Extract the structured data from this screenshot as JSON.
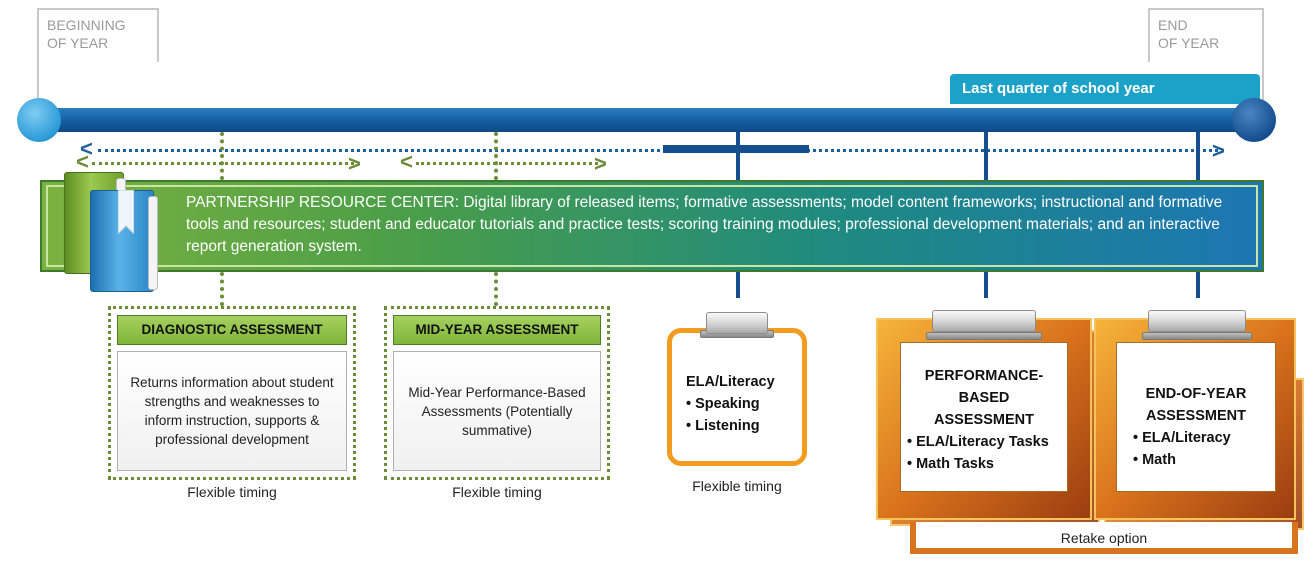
{
  "year_markers": {
    "beginning": [
      "BEGINNING",
      "OF YEAR"
    ],
    "end": [
      "END",
      "OF YEAR"
    ]
  },
  "last_quarter_label": "Last quarter of school year",
  "resource_center_text": "PARTNERSHIP RESOURCE CENTER: Digital library of released items; formative assessments; model content frameworks; instructional and formative tools and resources; student and educator tutorials and practice tests; scoring training modules; professional development materials; and an interactive report generation system.",
  "arrows": {
    "left": "<",
    "right": ">"
  },
  "diagnostic": {
    "title": "DIAGNOSTIC ASSESSMENT",
    "body": "Returns information about student strengths and weaknesses to inform instruction, supports & professional development",
    "caption": "Flexible timing"
  },
  "midyear": {
    "title": "MID-YEAR ASSESSMENT",
    "body": "Mid-Year Performance-Based Assessments (Potentially summative)",
    "caption": "Flexible timing"
  },
  "speaking_listening": {
    "heading": "ELA/Literacy",
    "items": [
      "• Speaking",
      "• Listening"
    ],
    "caption": "Flexible timing"
  },
  "performance_based": {
    "title_lines": [
      "PERFORMANCE-",
      "BASED",
      "ASSESSMENT"
    ],
    "items": [
      "• ELA/Literacy Tasks",
      "• Math Tasks"
    ]
  },
  "end_of_year": {
    "title_lines": [
      "END-OF-YEAR",
      "ASSESSMENT"
    ],
    "items": [
      "• ELA/Literacy",
      "• Math"
    ]
  },
  "retake_label": "Retake option",
  "colors": {
    "timeline_blue": "#154f8f",
    "accent_cyan": "#1ca2c9",
    "green": "#7fb53a",
    "orange": "#f29d1f"
  },
  "icons": [
    "books-icon",
    "clipboard-icon"
  ]
}
